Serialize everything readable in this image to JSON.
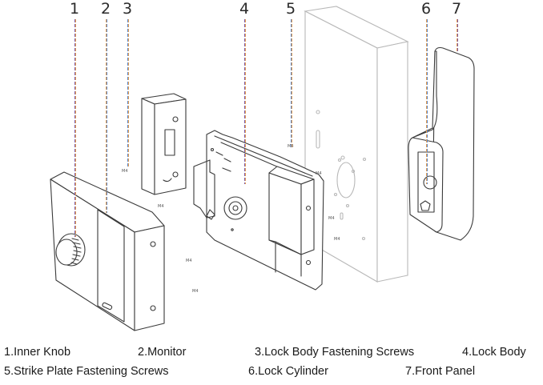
{
  "diagram": {
    "title": "Smart lock exploded view",
    "callout_numbers": [
      "1",
      "2",
      "3",
      "4",
      "5",
      "6",
      "7"
    ],
    "leader_colors": {
      "orange": "#e8a050",
      "blue": "#5b86c8",
      "purple": "#7a5aa8"
    },
    "screw_marks": [
      "M4",
      "M4",
      "M4",
      "M4",
      "M4",
      "M4",
      "M4",
      "M4"
    ]
  },
  "legend": {
    "row1": [
      "1.Inner Knob",
      "2.Monitor",
      "3.Lock Body Fastening Screws",
      "4.Lock Body"
    ],
    "row2": [
      "5.Strike Plate Fastening Screws",
      "6.Lock Cylinder",
      "7.Front Panel"
    ]
  }
}
